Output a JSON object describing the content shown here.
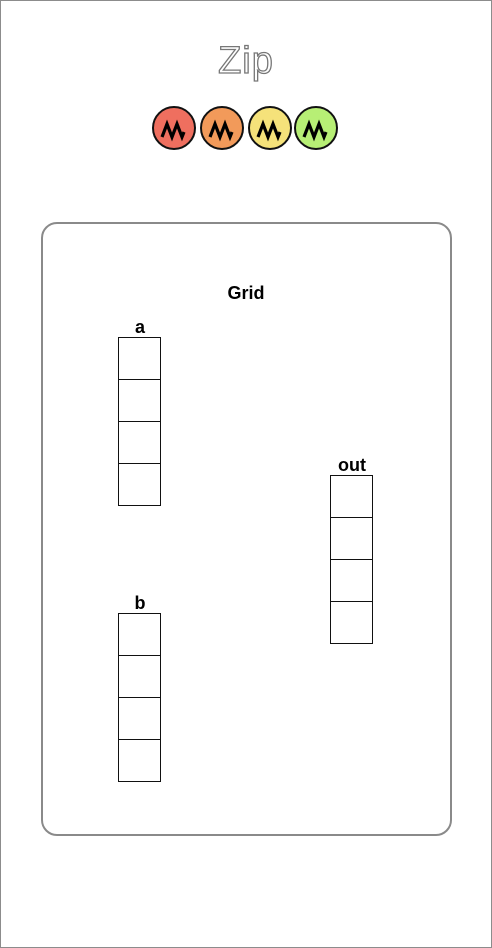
{
  "title": "Zip",
  "badges": [
    {
      "icon": "zigzag-icon",
      "color": "#ef6f5f"
    },
    {
      "icon": "zigzag-icon",
      "color": "#f29a5a"
    },
    {
      "icon": "zigzag-icon",
      "color": "#f5e27a"
    },
    {
      "icon": "zigzag-icon",
      "color": "#b7ef75"
    }
  ],
  "grid": {
    "title": "Grid",
    "arrays": [
      {
        "name": "a",
        "cells": [
          "",
          "",
          "",
          ""
        ]
      },
      {
        "name": "b",
        "cells": [
          "",
          "",
          "",
          ""
        ]
      },
      {
        "name": "out",
        "cells": [
          "",
          "",
          "",
          ""
        ]
      }
    ]
  }
}
